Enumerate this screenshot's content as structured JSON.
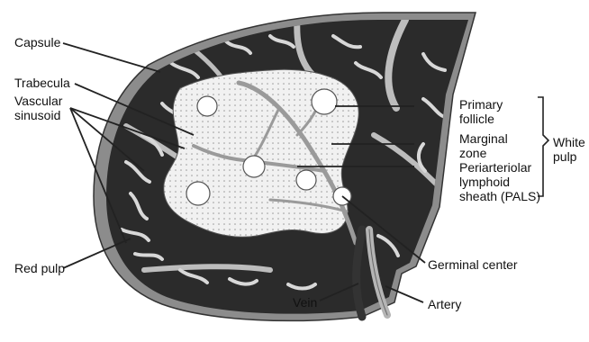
{
  "labels": {
    "capsule": "Capsule",
    "trabecula": "Trabecula",
    "vascular_sinusoid": [
      "Vascular",
      "sinusoid"
    ],
    "red_pulp": "Red pulp",
    "vein": "Vein",
    "artery": "Artery",
    "germinal_center": "Germinal center",
    "primary_follicle": [
      "Primary",
      "follicle"
    ],
    "marginal_zone": [
      "Marginal",
      "zone"
    ],
    "pals": [
      "Periarteriolar",
      "lymphoid",
      "sheath (PALS)"
    ],
    "white_pulp": [
      "White",
      "pulp"
    ]
  },
  "colors": {
    "capsule": "#8c8c8c",
    "red_pulp": "#2b2b2b",
    "white_pulp": "#efefef",
    "trabecula": "#bdbdbd",
    "vessel": "#9a9a9a",
    "text": "#111111"
  }
}
